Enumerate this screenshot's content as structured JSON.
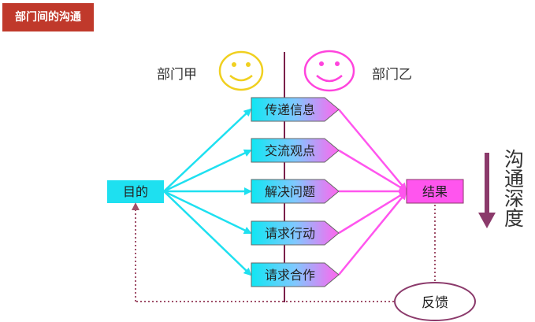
{
  "page_title": "部门间的沟通",
  "party_a_label": "部门甲",
  "party_b_label": "部门乙",
  "goal_label": "目的",
  "result_label": "结果",
  "feedback_label": "反馈",
  "depth_label": "沟通深度",
  "channels": [
    "传递信息",
    "交流观点",
    "解决问题",
    "请求行动",
    "请求合作"
  ],
  "colors": {
    "title_bg": "#c0392b",
    "cyan": "#1ee0f0",
    "magenta": "#ff55ee",
    "divider": "#7a1f4a",
    "depth_arrow": "#8b3a6b",
    "feedback_line": "#a0506a"
  },
  "icons": [
    "smiley-face-yellow-icon",
    "smiley-face-pink-icon"
  ]
}
